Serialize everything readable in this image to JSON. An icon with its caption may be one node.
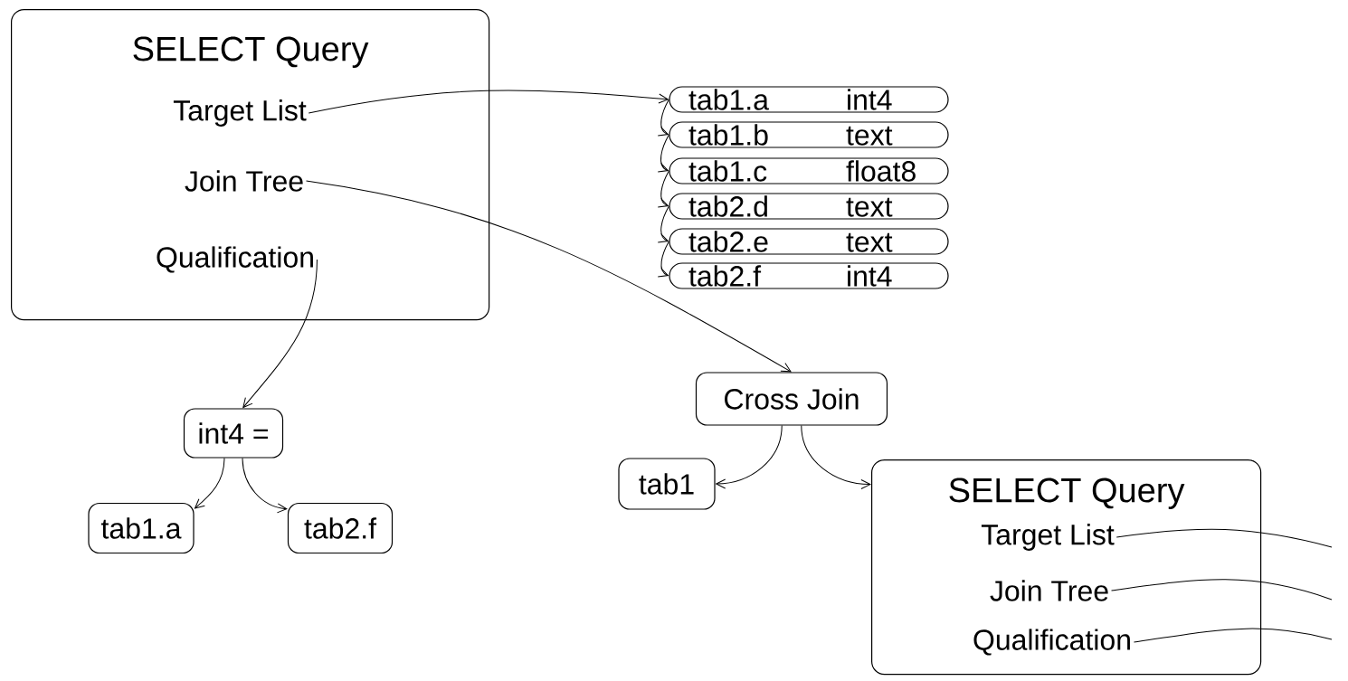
{
  "diagram": {
    "nodes": [
      {
        "text": [
          "SELECT Query"
        ]
      },
      {
        "text": [
          "Target List"
        ],
        "in": 0
      },
      {
        "text": [
          "Join Tree"
        ],
        "in": 0
      },
      {
        "text": [
          "Qualification"
        ],
        "in": 0
      },
      {
        "text": [
          "tab1.a",
          "int4"
        ]
      },
      {
        "text": [
          "tab1.b",
          "text"
        ]
      },
      {
        "text": [
          "tab1.c",
          "float8"
        ]
      },
      {
        "text": [
          "tab2.d",
          "text"
        ]
      },
      {
        "text": [
          "tab2.e",
          "text"
        ]
      },
      {
        "text": [
          "tab2.f",
          "int4"
        ]
      },
      {
        "text": [
          "int4 ="
        ]
      },
      {
        "text": [
          "tab1.a"
        ]
      },
      {
        "text": [
          "tab2.f"
        ]
      },
      {
        "text": [
          "Cross Join"
        ]
      },
      {
        "text": [
          "tab1"
        ]
      },
      {
        "text": [
          "SELECT Query"
        ]
      },
      {
        "text": [
          "Target List"
        ],
        "in": 15
      },
      {
        "text": [
          "Join Tree"
        ],
        "in": 15
      },
      {
        "text": [
          "Qualification"
        ],
        "in": 15
      }
    ],
    "edges": [
      {
        "from": 1,
        "to": 4,
        "arrow": "to"
      },
      {
        "from": 4,
        "to": 5,
        "arrow": "to"
      },
      {
        "from": 5,
        "to": 6,
        "arrow": "to"
      },
      {
        "from": 6,
        "to": 7,
        "arrow": "to"
      },
      {
        "from": 7,
        "to": 8,
        "arrow": "to"
      },
      {
        "from": 8,
        "to": 9,
        "arrow": "to"
      },
      {
        "from": 2,
        "to": 13,
        "arrow": "to"
      },
      {
        "from": 3,
        "to": 10,
        "arrow": "to"
      },
      {
        "from": 10,
        "to": 11,
        "arrow": "to"
      },
      {
        "from": 10,
        "to": 12,
        "arrow": "to"
      },
      {
        "from": 13,
        "to": 14,
        "arrow": "to"
      },
      {
        "from": 13,
        "to": 15,
        "arrow": "to"
      },
      {
        "from": 16,
        "to": null,
        "arrow": "none"
      },
      {
        "from": 17,
        "to": null,
        "arrow": "none"
      },
      {
        "from": 18,
        "to": null,
        "arrow": "none"
      }
    ]
  }
}
